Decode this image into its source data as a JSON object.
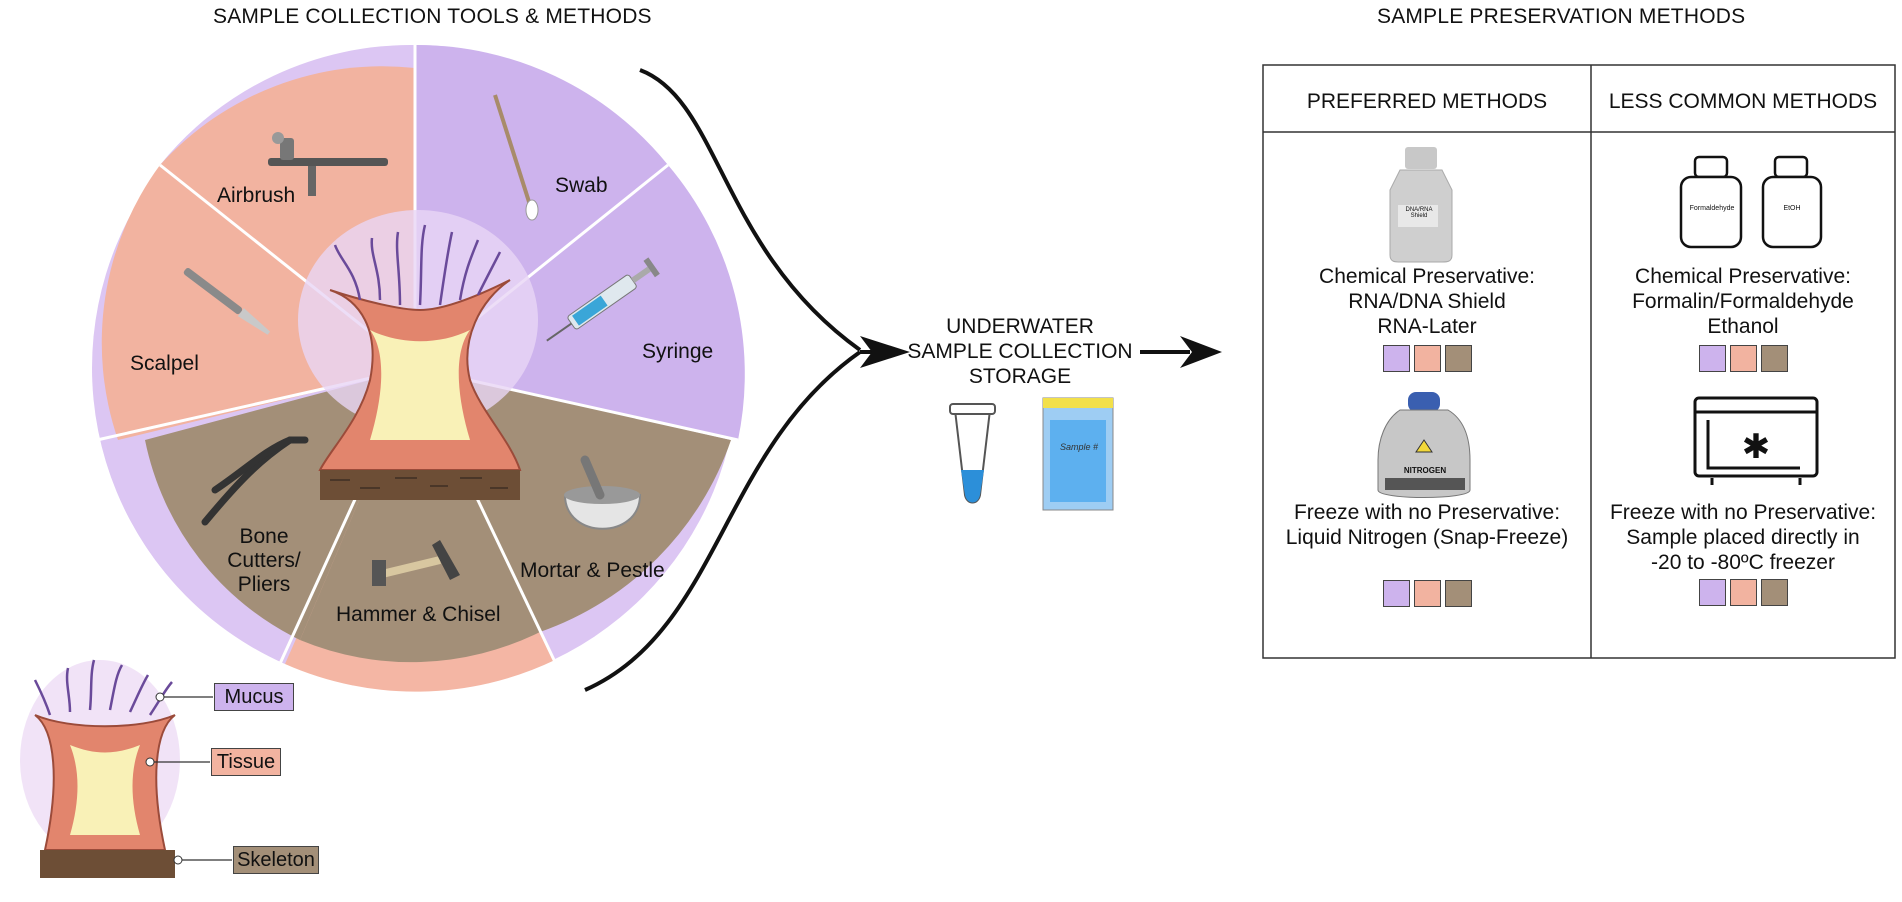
{
  "titles": {
    "collection": "SAMPLE COLLECTION TOOLS & METHODS",
    "preservation": "SAMPLE PRESERVATION METHODS"
  },
  "colors": {
    "mucus": "#cdb3ed",
    "tissue": "#f2b3a0",
    "skeleton": "#a38f78",
    "mucus_ring": "#dcc6f3",
    "tissue_ring": "#f4b6a4"
  },
  "wheel": {
    "segments": [
      {
        "label": "Airbrush",
        "icon": "airbrush-icon",
        "sample": "tissue"
      },
      {
        "label": "Swab",
        "icon": "swab-icon",
        "sample": "mucus"
      },
      {
        "label": "Syringe",
        "icon": "syringe-icon",
        "sample": "mucus"
      },
      {
        "label": "Scalpel",
        "icon": "scalpel-icon",
        "sample": "tissue"
      },
      {
        "label": "Mortar & Pestle",
        "icon": "mortar-pestle-icon",
        "sample": "skeleton"
      },
      {
        "label": "Hammer & Chisel",
        "icon": "hammer-chisel-icon",
        "sample": "skeleton"
      },
      {
        "label": "Bone Cutters/",
        "label2": "Pliers",
        "icon": "pliers-icon",
        "sample": "skeleton"
      }
    ]
  },
  "legend": {
    "items": [
      {
        "label": "Mucus",
        "color": "#cdb3ed"
      },
      {
        "label": "Tissue",
        "color": "#f2b3a0"
      },
      {
        "label": "Skeleton",
        "color": "#a38f78"
      }
    ]
  },
  "storage": {
    "line1": "UNDERWATER",
    "line2": "SAMPLE COLLECTION",
    "line3": "STORAGE",
    "icons": [
      "microtube-icon",
      "sample-bag-icon"
    ],
    "bag_text": "Sample #"
  },
  "table": {
    "headers": [
      "PREFERRED METHODS",
      "LESS COMMON METHODS"
    ],
    "cells": [
      {
        "icon": "shield-bottle-icon",
        "lines": [
          "Chemical Preservative:",
          "RNA/DNA Shield",
          "RNA-Later"
        ],
        "bottle_text": "DNA/RNA Shield"
      },
      {
        "icon": "chemical-bottles-icon",
        "lines": [
          "Chemical Preservative:",
          "Formalin/Formaldehyde",
          "Ethanol"
        ],
        "bottle_text_1": "Formaldehyde",
        "bottle_text_2": "EtOH"
      },
      {
        "icon": "liquid-nitrogen-dewar-icon",
        "lines": [
          "Freeze with no Preservative:",
          "Liquid Nitrogen (Snap-Freeze)"
        ],
        "dewar_text": "NITROGEN"
      },
      {
        "icon": "freezer-icon",
        "lines": [
          "Freeze with no Preservative:",
          "Sample placed directly in",
          "-20 to -80ºC freezer"
        ]
      }
    ]
  }
}
